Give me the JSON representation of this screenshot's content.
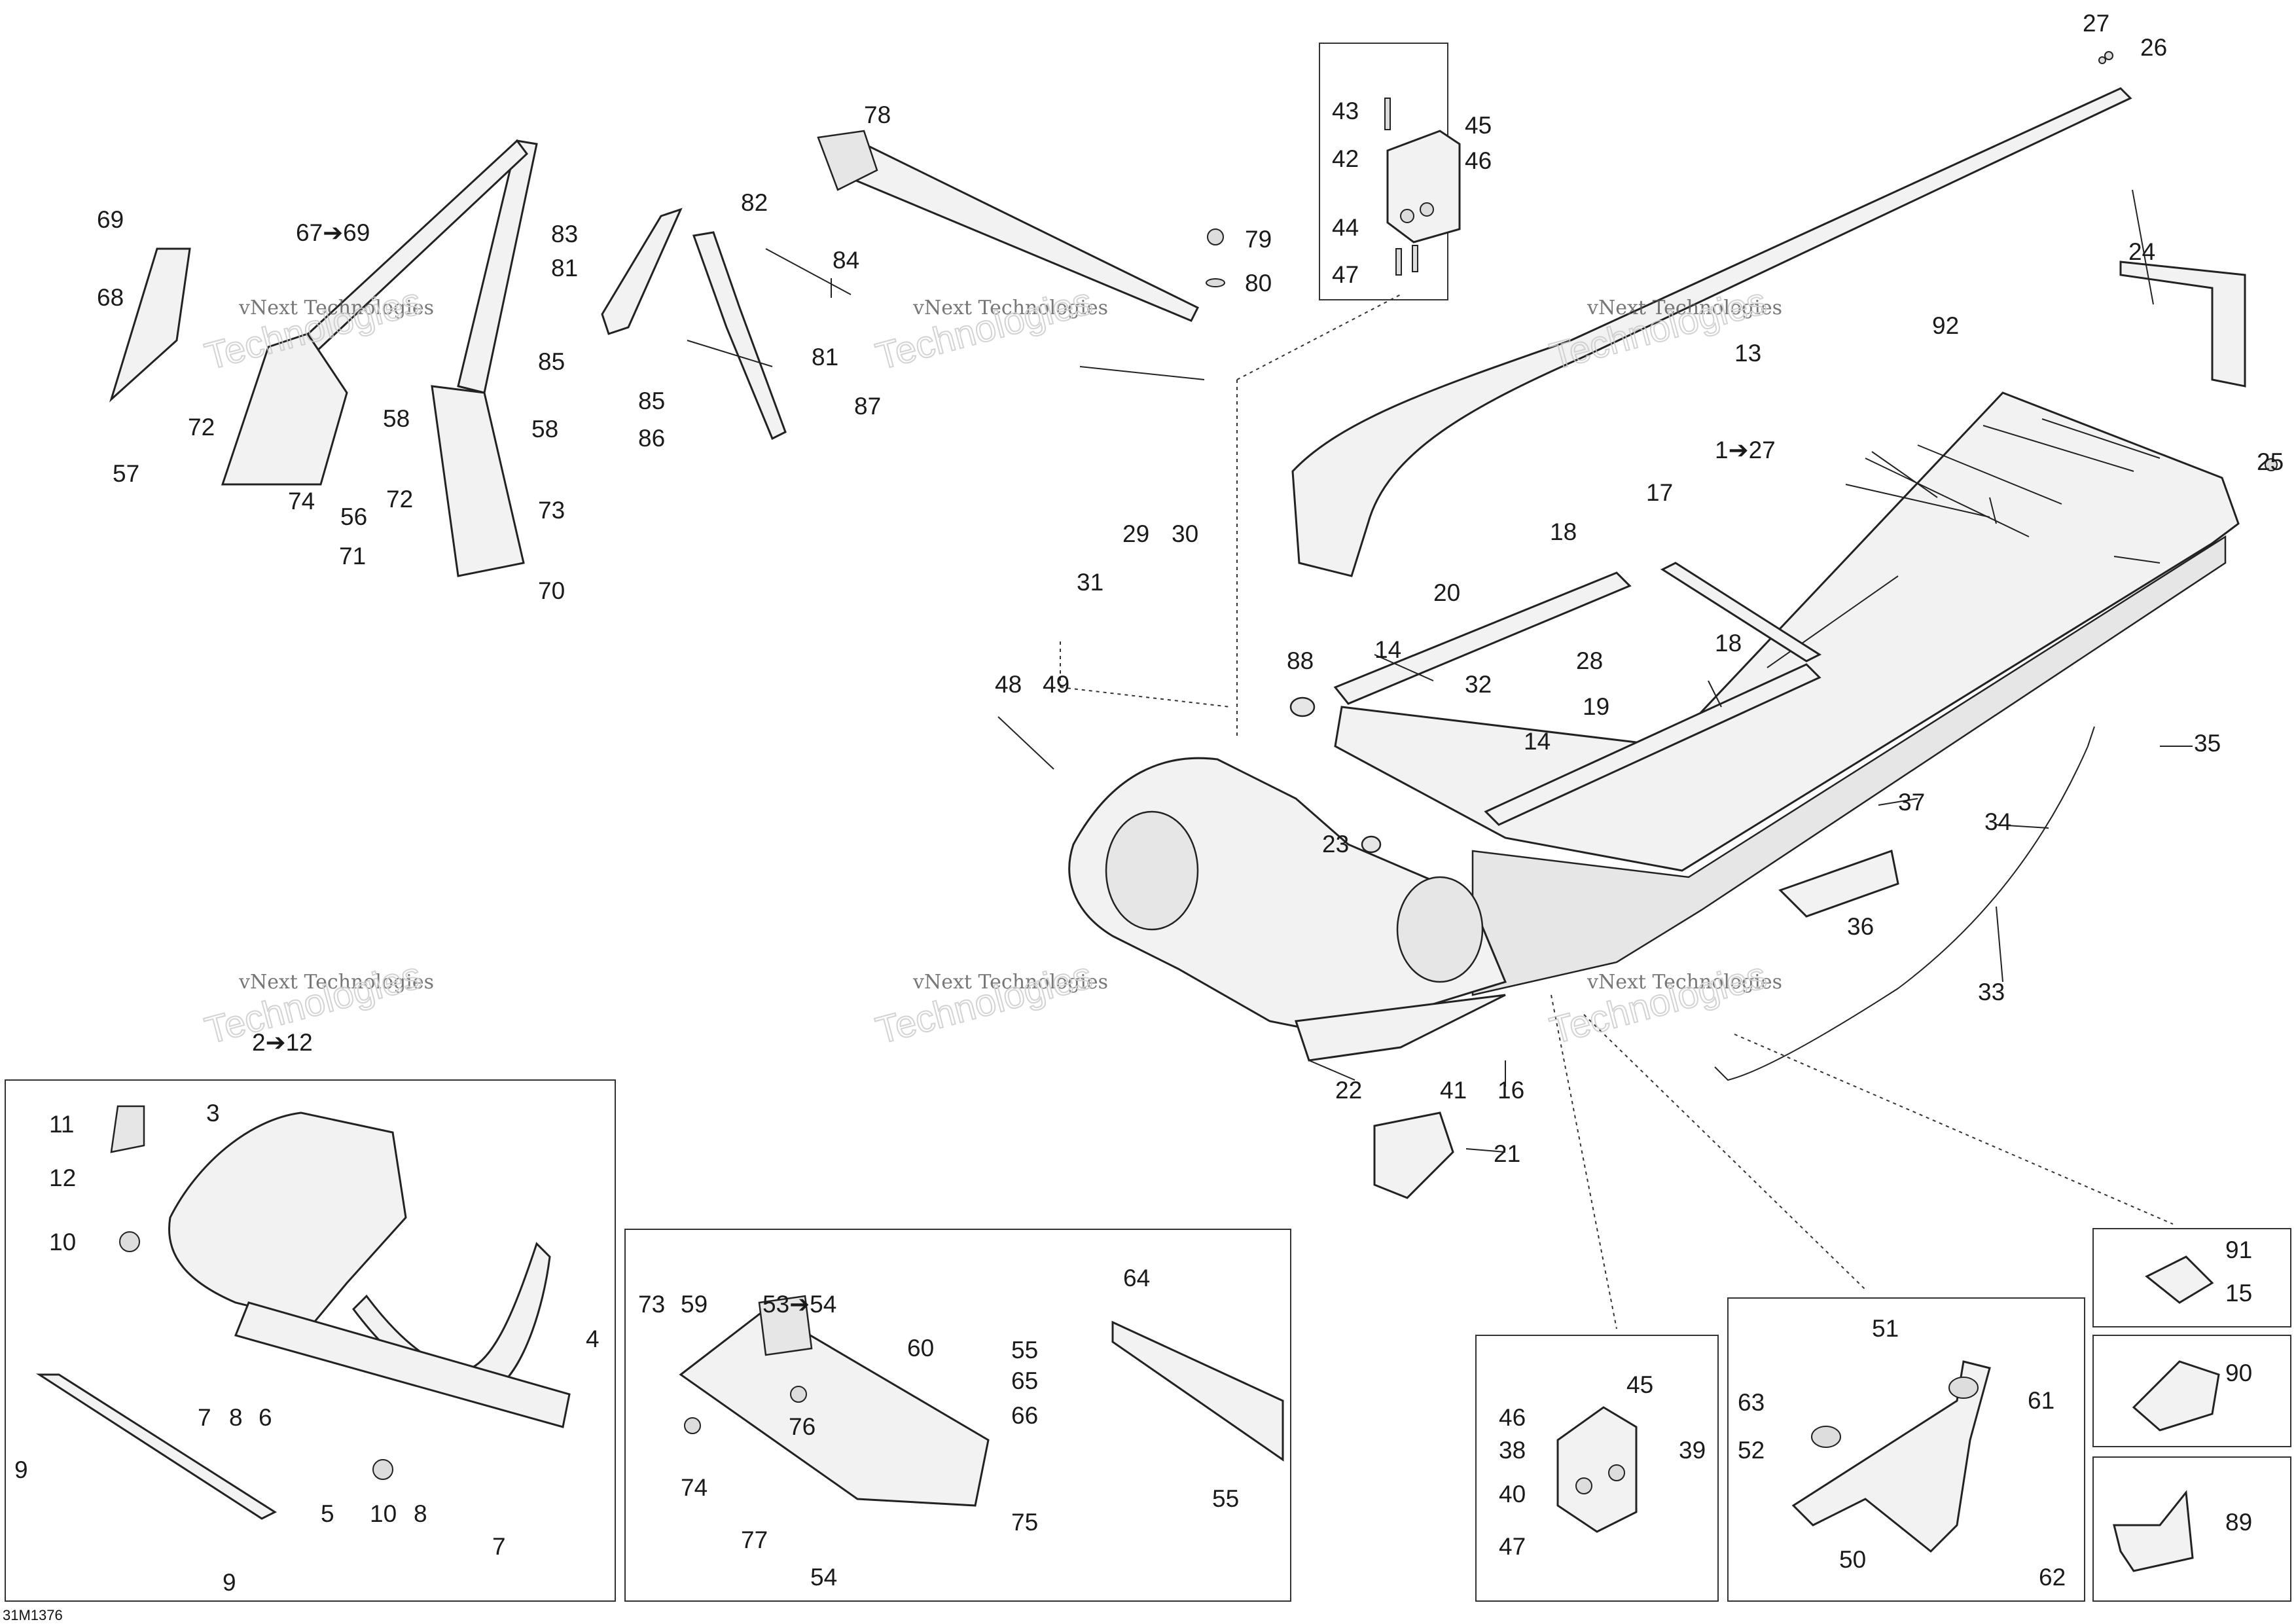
{
  "figure_code": "31M1376",
  "watermark": {
    "line1": "vNext Technologies",
    "line2": "Technologies"
  },
  "callouts": [
    {
      "id": "c27",
      "text": "27"
    },
    {
      "id": "c26",
      "text": "26"
    },
    {
      "id": "c43",
      "text": "43"
    },
    {
      "id": "c45a",
      "text": "45"
    },
    {
      "id": "c42",
      "text": "42"
    },
    {
      "id": "c46a",
      "text": "46"
    },
    {
      "id": "c44",
      "text": "44"
    },
    {
      "id": "c47a",
      "text": "47"
    },
    {
      "id": "c78",
      "text": "78"
    },
    {
      "id": "c79",
      "text": "79"
    },
    {
      "id": "c80",
      "text": "80"
    },
    {
      "id": "c82",
      "text": "82"
    },
    {
      "id": "c83",
      "text": "83"
    },
    {
      "id": "c84",
      "text": "84"
    },
    {
      "id": "c81a",
      "text": "81"
    },
    {
      "id": "c85a",
      "text": "85"
    },
    {
      "id": "c81b",
      "text": "81"
    },
    {
      "id": "c85b",
      "text": "85"
    },
    {
      "id": "c87",
      "text": "87"
    },
    {
      "id": "c86",
      "text": "86"
    },
    {
      "id": "c69",
      "text": "69"
    },
    {
      "id": "c67",
      "text": "67➔69"
    },
    {
      "id": "c68",
      "text": "68"
    },
    {
      "id": "c58a",
      "text": "58"
    },
    {
      "id": "c58b",
      "text": "58"
    },
    {
      "id": "c72a",
      "text": "72"
    },
    {
      "id": "c57",
      "text": "57"
    },
    {
      "id": "c74a",
      "text": "74"
    },
    {
      "id": "c72b",
      "text": "72"
    },
    {
      "id": "c56",
      "text": "56"
    },
    {
      "id": "c73a",
      "text": "73"
    },
    {
      "id": "c71",
      "text": "71"
    },
    {
      "id": "c70",
      "text": "70"
    },
    {
      "id": "c24",
      "text": "24"
    },
    {
      "id": "c92",
      "text": "92"
    },
    {
      "id": "c13",
      "text": "13"
    },
    {
      "id": "c25",
      "text": "25"
    },
    {
      "id": "c1",
      "text": "1➔27"
    },
    {
      "id": "c17",
      "text": "17"
    },
    {
      "id": "c18a",
      "text": "18"
    },
    {
      "id": "c29",
      "text": "29"
    },
    {
      "id": "c30",
      "text": "30"
    },
    {
      "id": "c31",
      "text": "31"
    },
    {
      "id": "c20",
      "text": "20"
    },
    {
      "id": "c14a",
      "text": "14"
    },
    {
      "id": "c88",
      "text": "88"
    },
    {
      "id": "c28",
      "text": "28"
    },
    {
      "id": "c18b",
      "text": "18"
    },
    {
      "id": "c32",
      "text": "32"
    },
    {
      "id": "c48",
      "text": "48"
    },
    {
      "id": "c49",
      "text": "49"
    },
    {
      "id": "c19",
      "text": "19"
    },
    {
      "id": "c14b",
      "text": "14"
    },
    {
      "id": "c35",
      "text": "35"
    },
    {
      "id": "c37",
      "text": "37"
    },
    {
      "id": "c34",
      "text": "34"
    },
    {
      "id": "c23",
      "text": "23"
    },
    {
      "id": "c36",
      "text": "36"
    },
    {
      "id": "c33",
      "text": "33"
    },
    {
      "id": "c22",
      "text": "22"
    },
    {
      "id": "c41",
      "text": "41"
    },
    {
      "id": "c16",
      "text": "16"
    },
    {
      "id": "c21",
      "text": "21"
    },
    {
      "id": "c2",
      "text": "2➔12"
    },
    {
      "id": "c11",
      "text": "11"
    },
    {
      "id": "c3",
      "text": "3"
    },
    {
      "id": "c12",
      "text": "12"
    },
    {
      "id": "c10a",
      "text": "10"
    },
    {
      "id": "c4",
      "text": "4"
    },
    {
      "id": "c7a",
      "text": "7"
    },
    {
      "id": "c8a",
      "text": "8"
    },
    {
      "id": "c6",
      "text": "6"
    },
    {
      "id": "c9a",
      "text": "9"
    },
    {
      "id": "c5",
      "text": "5"
    },
    {
      "id": "c10b",
      "text": "10"
    },
    {
      "id": "c8b",
      "text": "8"
    },
    {
      "id": "c7b",
      "text": "7"
    },
    {
      "id": "c9b",
      "text": "9"
    },
    {
      "id": "c64",
      "text": "64"
    },
    {
      "id": "c73b",
      "text": "73"
    },
    {
      "id": "c59",
      "text": "59"
    },
    {
      "id": "c53",
      "text": "53➔54"
    },
    {
      "id": "c60",
      "text": "60"
    },
    {
      "id": "c55a",
      "text": "55"
    },
    {
      "id": "c65",
      "text": "65"
    },
    {
      "id": "c76",
      "text": "76"
    },
    {
      "id": "c66",
      "text": "66"
    },
    {
      "id": "c74b",
      "text": "74"
    },
    {
      "id": "c55b",
      "text": "55"
    },
    {
      "id": "c75",
      "text": "75"
    },
    {
      "id": "c77",
      "text": "77"
    },
    {
      "id": "c54",
      "text": "54"
    },
    {
      "id": "c91",
      "text": "91"
    },
    {
      "id": "c15",
      "text": "15"
    },
    {
      "id": "c90",
      "text": "90"
    },
    {
      "id": "c89",
      "text": "89"
    },
    {
      "id": "c51",
      "text": "51"
    },
    {
      "id": "c63",
      "text": "63"
    },
    {
      "id": "c61",
      "text": "61"
    },
    {
      "id": "c52",
      "text": "52"
    },
    {
      "id": "c62",
      "text": "62"
    },
    {
      "id": "c50",
      "text": "50"
    },
    {
      "id": "c45b",
      "text": "45"
    },
    {
      "id": "c46b",
      "text": "46"
    },
    {
      "id": "c39",
      "text": "39"
    },
    {
      "id": "c38",
      "text": "38"
    },
    {
      "id": "c40",
      "text": "40"
    },
    {
      "id": "c47b",
      "text": "47"
    }
  ]
}
